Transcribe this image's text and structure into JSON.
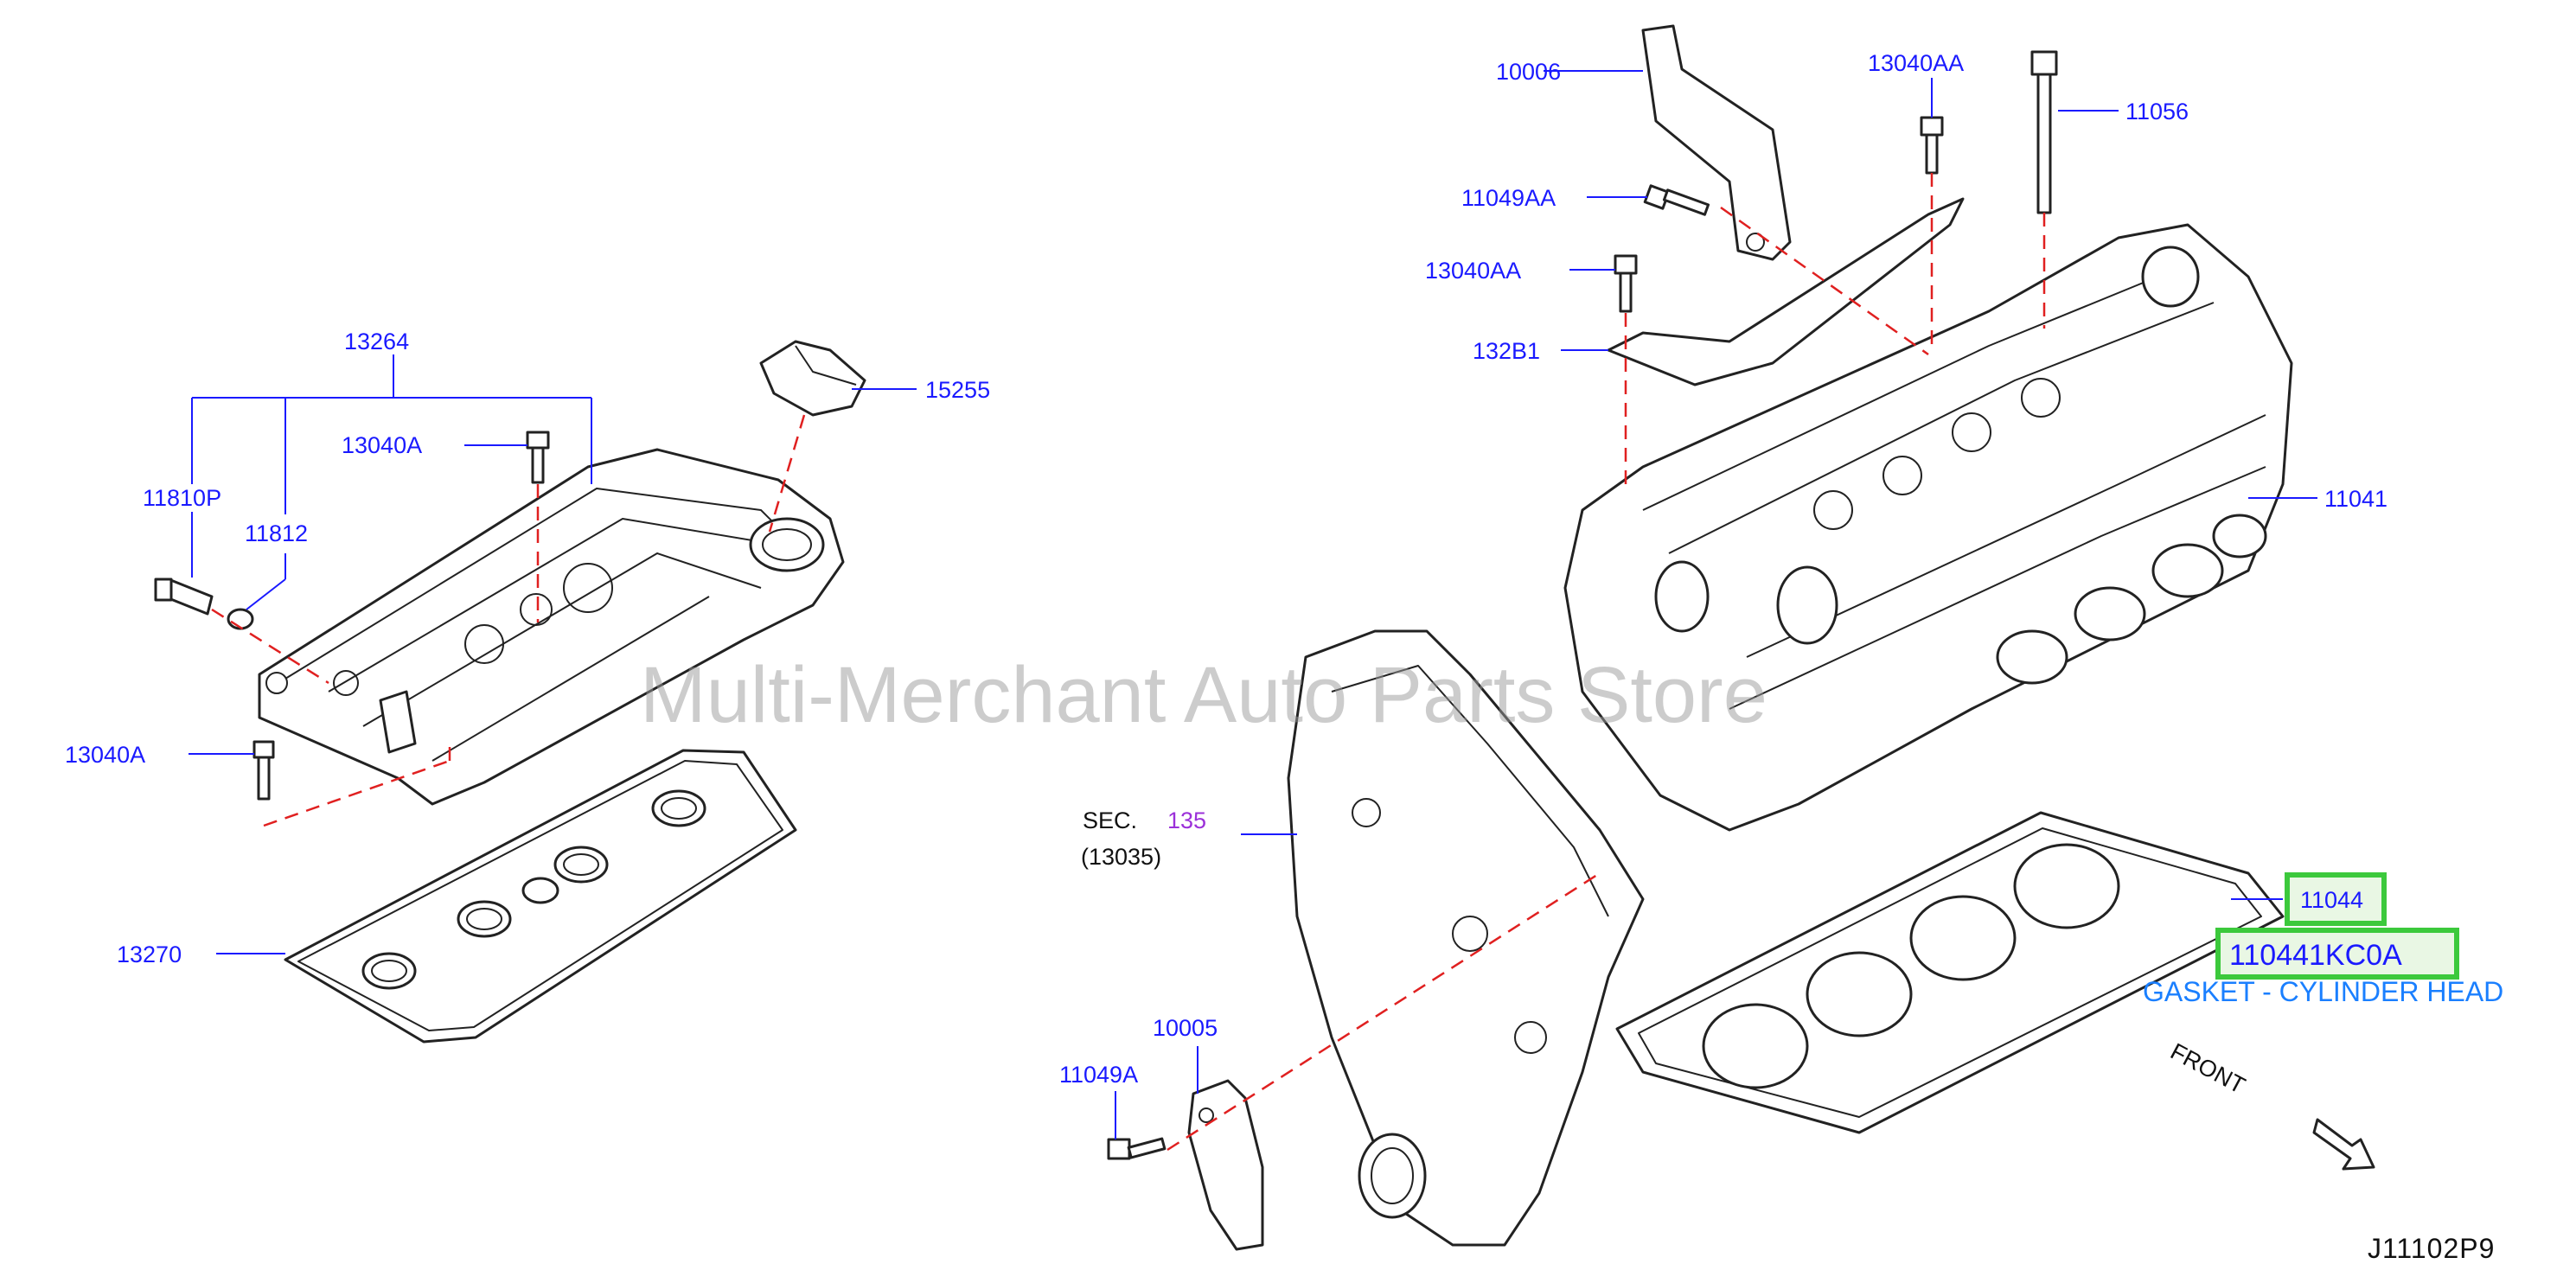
{
  "callouts": {
    "c13264": "13264",
    "c11810P": "11810P",
    "c11812": "11812",
    "c13040A_top": "13040A",
    "c15255": "15255",
    "c13040A_left": "13040A",
    "c13270": "13270",
    "c10006": "10006",
    "c13040AA_top": "13040AA",
    "c11056": "11056",
    "c11049AA": "11049AA",
    "c13040AA_mid": "13040AA",
    "c132B1": "132B1",
    "c11041": "11041",
    "c11044": "11044",
    "c10005": "10005",
    "c11049A": "11049A"
  },
  "section_ref": {
    "prefix": "SEC.",
    "number": "135",
    "sub": "(13035)"
  },
  "highlight": {
    "part_code": "110441KC0A",
    "description": "GASKET - CYLINDER HEAD"
  },
  "front_label": "FRONT",
  "diagram_code": "J11102P9",
  "watermark": "Multi-Merchant Auto Parts Store",
  "colors": {
    "callout": "#1a1aff",
    "description": "#1a7fff",
    "section_number": "#9b30d9",
    "highlight_border": "#3cc93c",
    "dash_line": "#e02020"
  }
}
